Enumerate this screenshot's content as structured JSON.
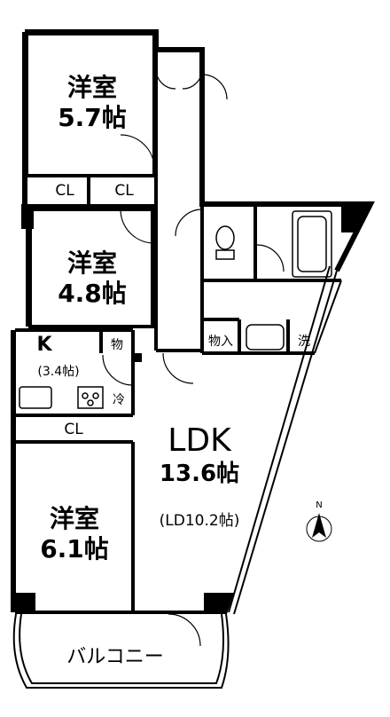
{
  "rooms": {
    "western_1": {
      "name": "洋室",
      "size": "5.7帖"
    },
    "western_2": {
      "name": "洋室",
      "size": "4.8帖"
    },
    "western_3": {
      "name": "洋室",
      "size": "6.1帖"
    },
    "kitchen": {
      "name": "K",
      "size": "(3.4帖)"
    },
    "ldk": {
      "name": "LDK",
      "size": "13.6帖",
      "detail": "(LD10.2帖)"
    },
    "balcony": {
      "name": "バルコニー"
    }
  },
  "storage": {
    "closet_1": "CL",
    "closet_2": "CL",
    "closet_3": "CL",
    "pantry": "物",
    "storeroom": "物入",
    "washer": "洗",
    "fridge": "冷"
  },
  "compass": {
    "north": "N"
  }
}
